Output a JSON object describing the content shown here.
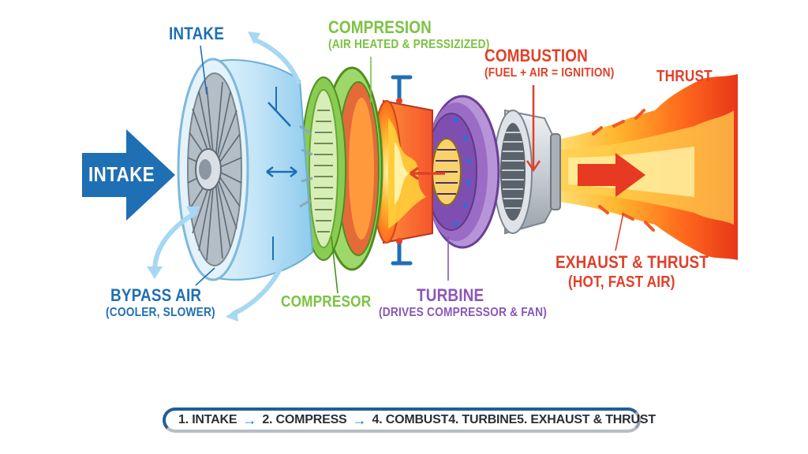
{
  "labels": {
    "intake_top": "INTAKE",
    "intake_arrow": "INTAKE",
    "compression_title": "COMPRESION",
    "compression_sub": "(AIR HEATED & PRESSIZIZED)",
    "combustion_title": "COMBUSTION",
    "combustion_sub": "(FUEL + AIR = IGNITION)",
    "thrust": "THRUST",
    "exhaust_title": "EXHAUST & THRUST",
    "exhaust_sub": "(HOT, FAST AIR)",
    "turbine_title": "TURBINE",
    "turbine_sub": "(DRIVES COMPRESSOR & FAN)",
    "compressor": "COMPRESOR",
    "bypass_title": "BYPASS AIR",
    "bypass_sub": "(COOLER, SLOWER)"
  },
  "steps": {
    "s1": "1. INTAKE",
    "s2": "2. COMPRESS",
    "s3": "4. COMBUST",
    "s4": "4. TURBINE",
    "s5": "5. EXHAUST & THRUST"
  },
  "colors": {
    "intake_blue": "#1f6fb5",
    "compression_green": "#7cc242",
    "combustion_red": "#e0402a",
    "turbine_purple": "#8a57b8",
    "fan_light_blue": "#bfe3f6"
  }
}
